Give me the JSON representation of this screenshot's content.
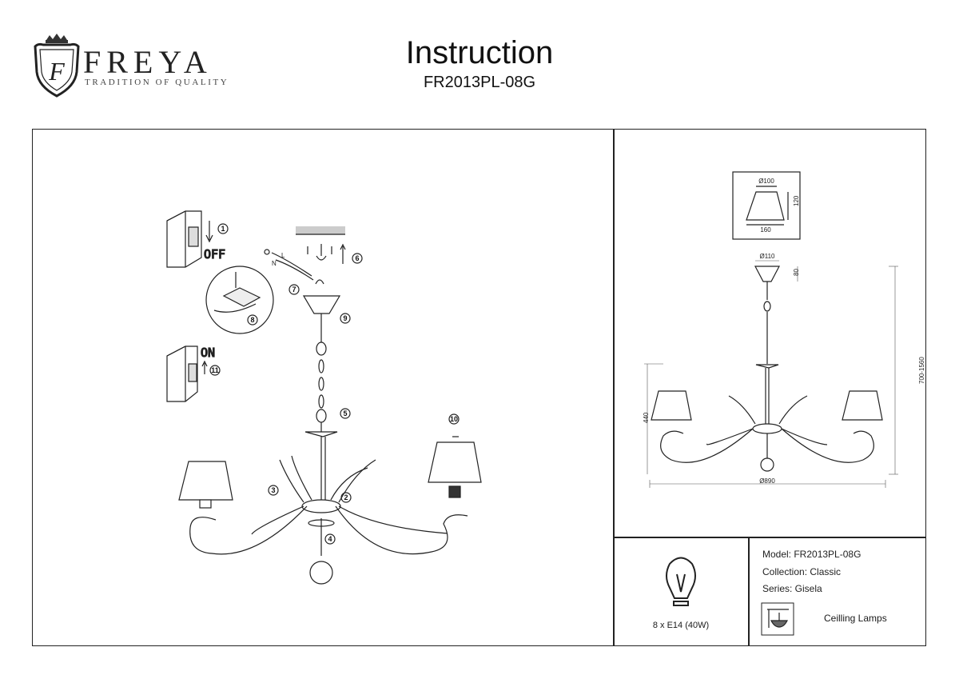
{
  "header": {
    "brand": "FREYA",
    "tagline": "TRADITION OF QUALITY",
    "logo_letter": "F",
    "title": "Instruction",
    "model": "FR2013PL-08G"
  },
  "steps": {
    "off_label": "OFF",
    "on_label": "ON",
    "numbers": [
      "1",
      "2",
      "3",
      "4",
      "5",
      "6",
      "7",
      "8",
      "9",
      "10",
      "11"
    ],
    "wire_labels": [
      "L",
      "N"
    ]
  },
  "dimensions": {
    "shade_top": "Ø100",
    "shade_bottom": "160",
    "shade_height": "120",
    "canopy": "Ø110",
    "canopy_height": "80",
    "height_range": "700-1560",
    "body_height": "440",
    "width": "Ø890"
  },
  "bulb": {
    "spec": "8 x E14 (40W)",
    "icon": "light-bulb-icon"
  },
  "info": {
    "model": "Model: FR2013PL-08G",
    "collection": "Collection: Classic",
    "series": "Series: Gisela",
    "type": "Ceilling Lamps",
    "type_icon": "ceiling-lamp-icon"
  }
}
